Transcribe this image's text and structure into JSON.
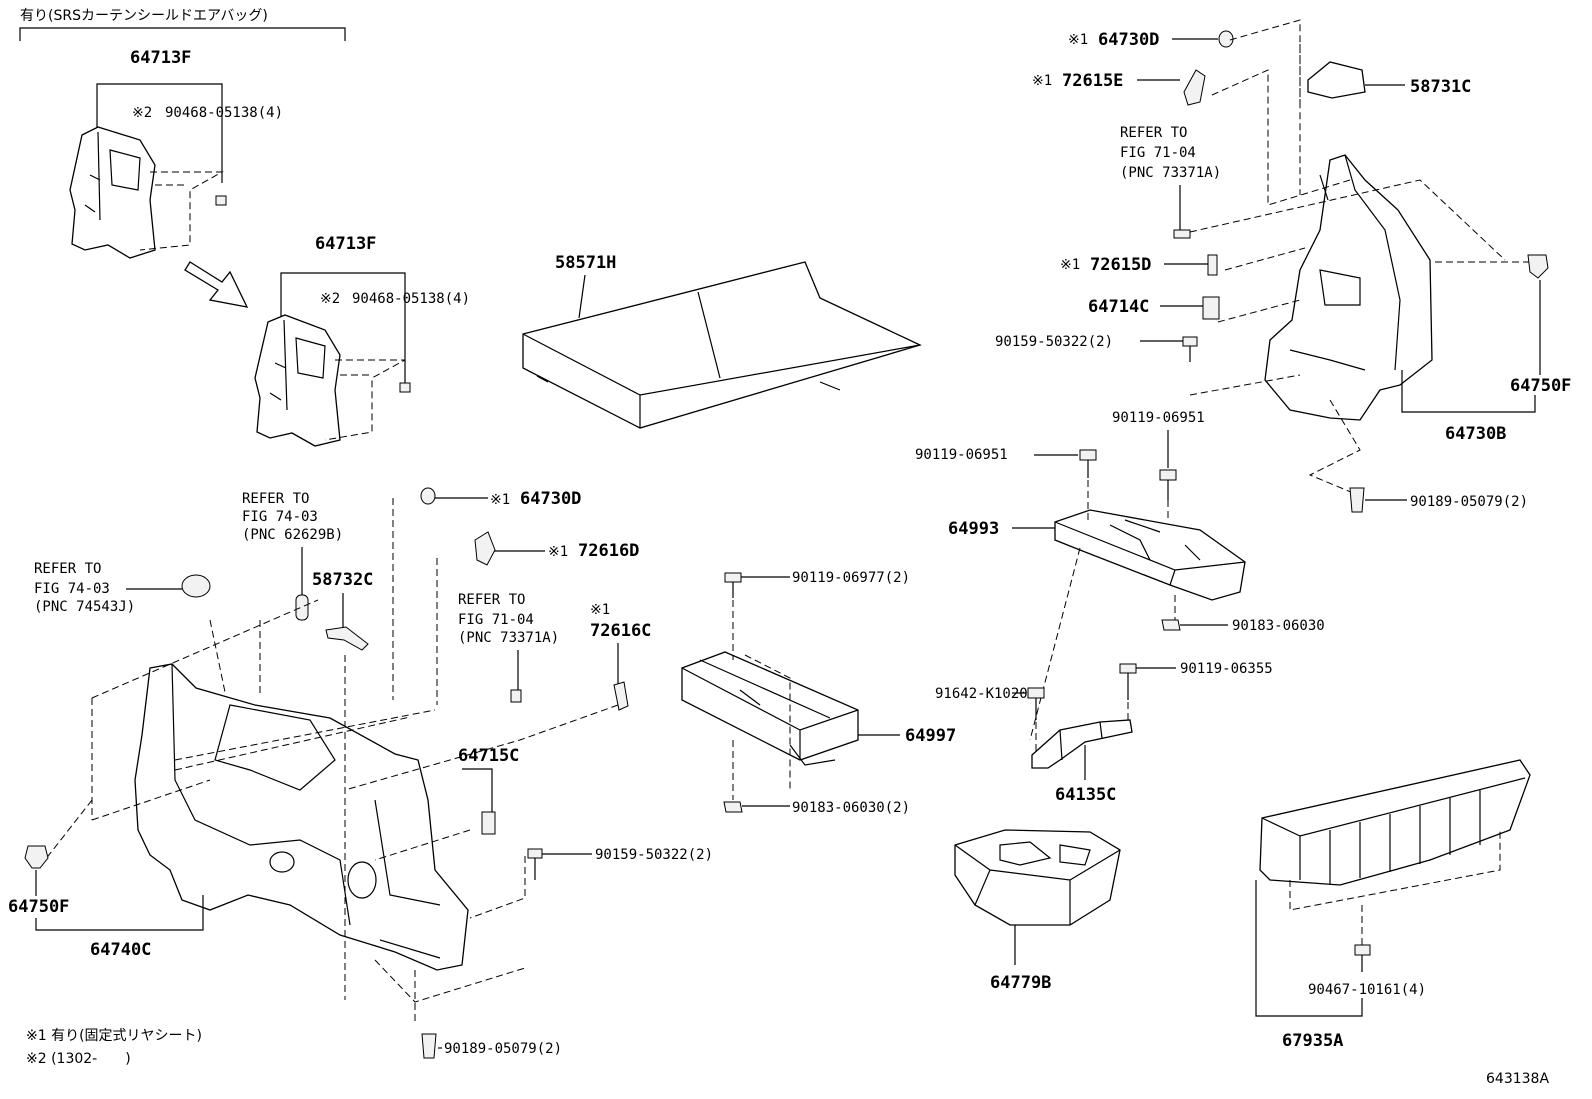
{
  "header_note": "有り(SRSカーテンシールドエアバッグ)",
  "labels": {
    "p64713F_top": "64713F",
    "b90468_top": "90468-05138(4)",
    "p64713F_mid": "64713F",
    "b90468_mid": "90468-05138(4)",
    "p58571H": "58571H",
    "ref_fig7403_a": [
      "REFER TO",
      "FIG 74-03",
      "(PNC 62629B)"
    ],
    "ref_fig7403_b": [
      "REFER TO",
      "FIG 74-03",
      "(PNC 74543J)"
    ],
    "ref_fig7104_a": [
      "REFER TO",
      "FIG 71-04",
      "(PNC 73371A)"
    ],
    "ref_fig7104_b": [
      "REFER TO",
      "FIG 71-04",
      "(PNC 73371A)"
    ],
    "p64730D_left": "64730D",
    "p72616D": "72616D",
    "p58732C": "58732C",
    "p72616C": "72616C",
    "p64715C": "64715C",
    "b90159_left": "90159-50322(2)",
    "p64750F_left": "64750F",
    "p64740C": "64740C",
    "b90189_left": "90189-05079(2)",
    "b90119_06977": "90119-06977(2)",
    "p64997": "64997",
    "b90183_bottom": "90183-06030(2)",
    "p64730D_right": "64730D",
    "p72615E": "72615E",
    "p58731C": "58731C",
    "p72615D": "72615D",
    "p64714C": "64714C",
    "b90159_right": "90159-50322(2)",
    "p64750F_right": "64750F",
    "p64730B": "64730B",
    "b90119_06951_a": "90119-06951",
    "b90119_06951_b": "90119-06951",
    "b90189_right": "90189-05079(2)",
    "p64993": "64993",
    "b90183_mid": "90183-06030",
    "b91642": "91642-K1020",
    "b90119_06355": "90119-06355",
    "p64135C": "64135C",
    "p64779B": "64779B",
    "b90467": "90467-10161(4)",
    "p67935A": "67935A",
    "mark1": "※1",
    "mark2": "※2"
  },
  "footnotes": {
    "note1": "※1 有り(固定式リヤシート)",
    "note2": "※2 (1302-　　)"
  },
  "figure_id": "643138A"
}
